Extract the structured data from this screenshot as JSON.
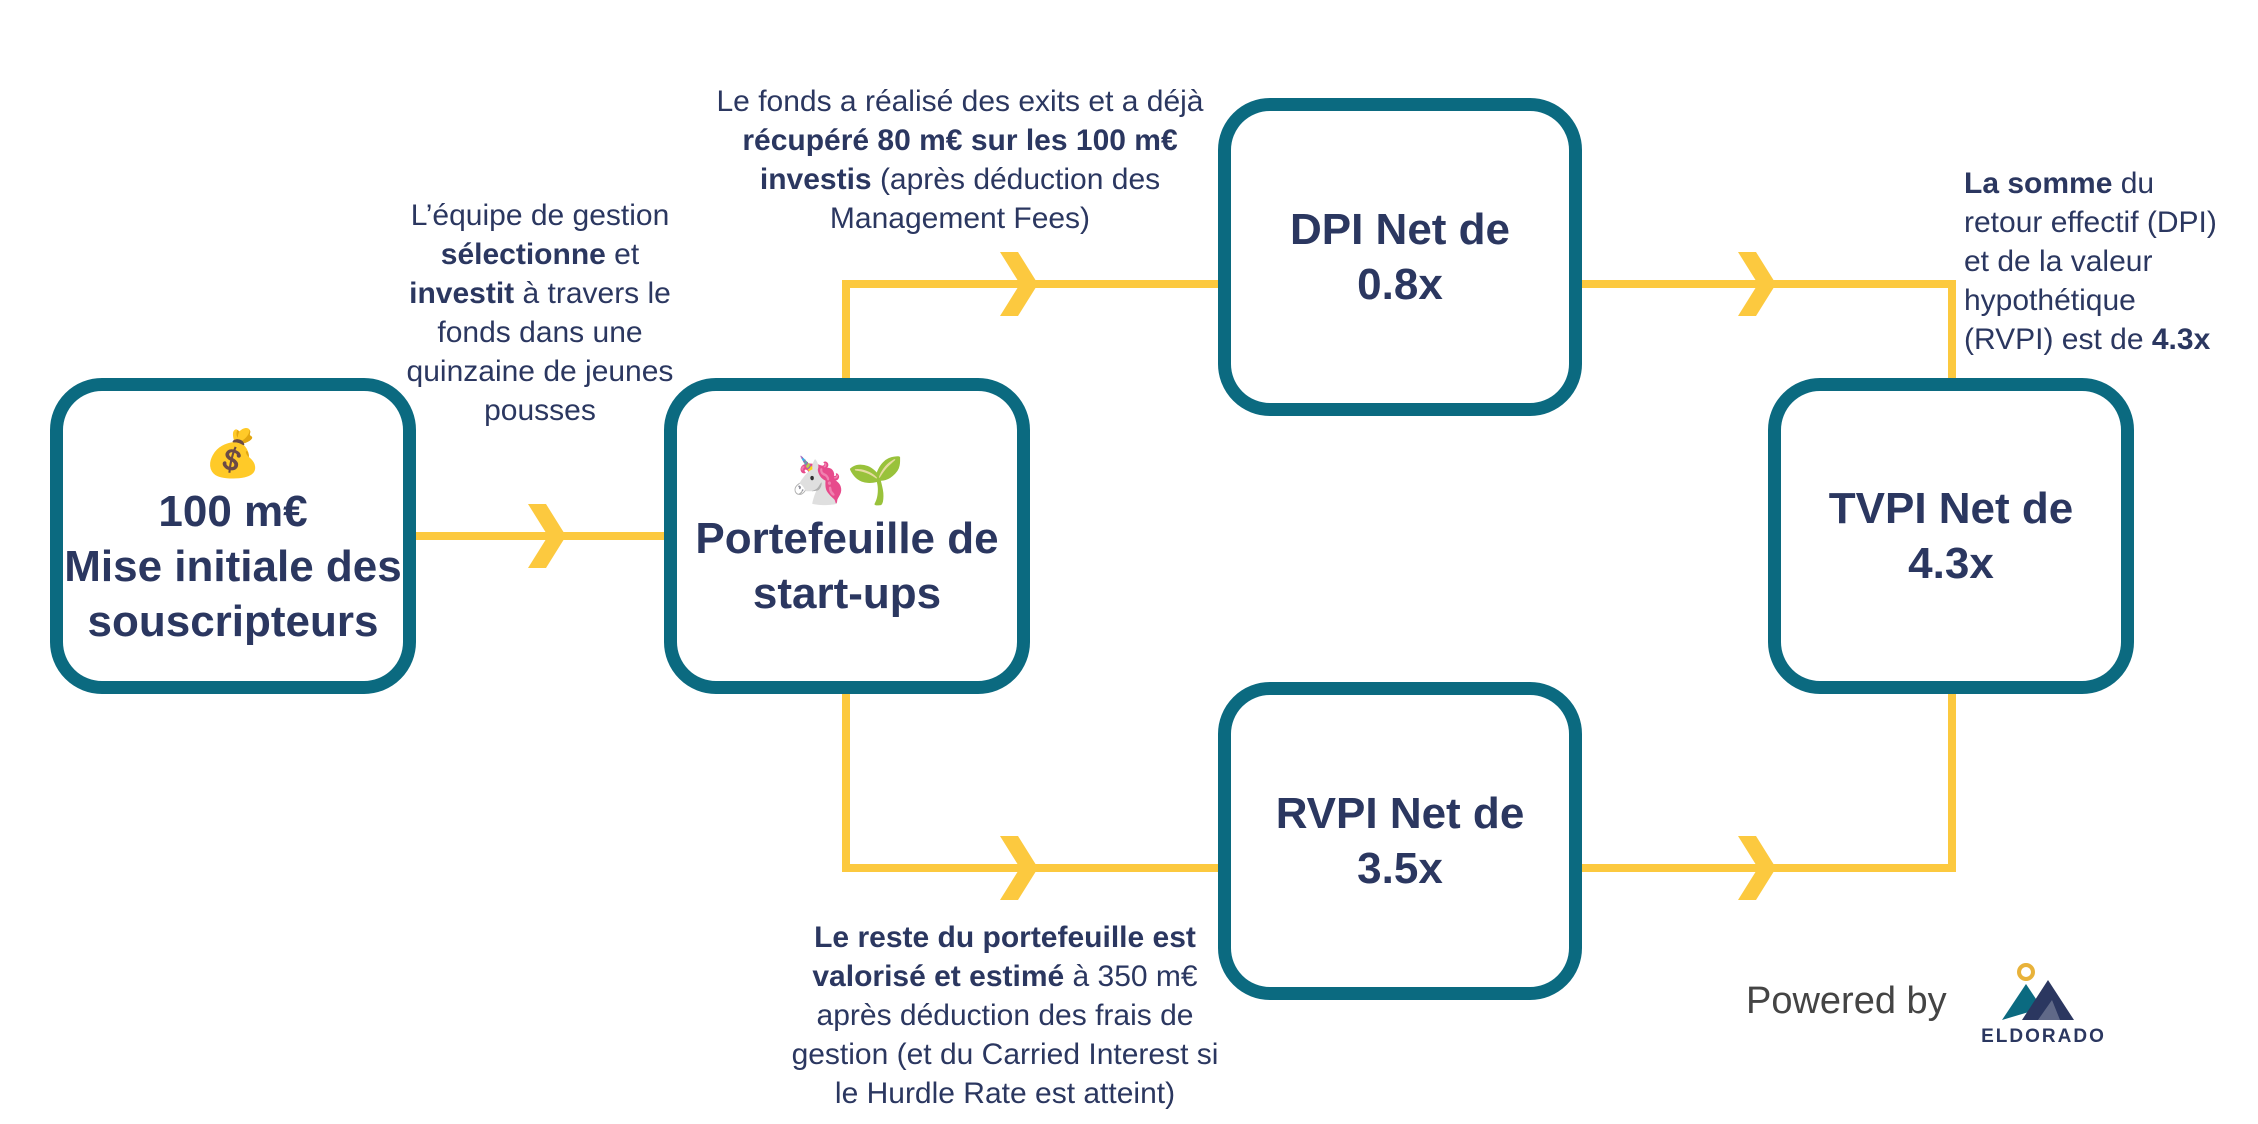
{
  "nodes": {
    "initial": {
      "emoji": "💰",
      "lines": [
        "100 m€",
        "Mise initiale des",
        "souscripteurs"
      ]
    },
    "portfolio": {
      "emoji": "🦄🌱",
      "lines": [
        "Portefeuille de",
        "start-ups"
      ]
    },
    "dpi": {
      "lines": [
        "DPI Net de",
        "0.8x"
      ]
    },
    "rvpi": {
      "lines": [
        "RVPI Net de",
        "3.5x"
      ]
    },
    "tvpi": {
      "lines": [
        "TVPI Net de",
        "4.3x"
      ]
    }
  },
  "notes": {
    "selection": {
      "l1": "L’équipe de gestion",
      "l2_bold": "sélectionne",
      "l2_rest": " et",
      "l3_bold": "investit",
      "l3_rest": " à travers le",
      "l4": "fonds dans une",
      "l5": "quinzaine de jeunes",
      "l6": "pousses"
    },
    "exits": {
      "l1": "Le fonds a réalisé des exits et a déjà",
      "l2_bold": "récupéré 80 m€ sur les 100 m€",
      "l3_bold": "investis",
      "l3_rest": " (après déduction des",
      "l4": "Management Fees)"
    },
    "sum": {
      "l1_bold": "La somme",
      "l1_rest": " du",
      "l2": "retour effectif (DPI)",
      "l3": "et de la valeur",
      "l4": "hypothétique",
      "l5_rest": "(RVPI) est de ",
      "l5_bold": "4.3x"
    },
    "remaining": {
      "l1_bold": "Le reste du portefeuille est",
      "l2_bold": "valorisé et estimé",
      "l2_rest": " à 350 m€",
      "l3": "après déduction des frais de",
      "l4": "gestion (et du Carried Interest si",
      "l5": "le Hurdle Rate est atteint)"
    }
  },
  "branding": {
    "powered_by": "Powered by",
    "logo_text": "ELDORADO",
    "logo_icon": "mountain-sun-logo-icon"
  },
  "colors": {
    "box_border": "#0b6a80",
    "connector": "#fcc93f",
    "text": "#2b3760"
  }
}
